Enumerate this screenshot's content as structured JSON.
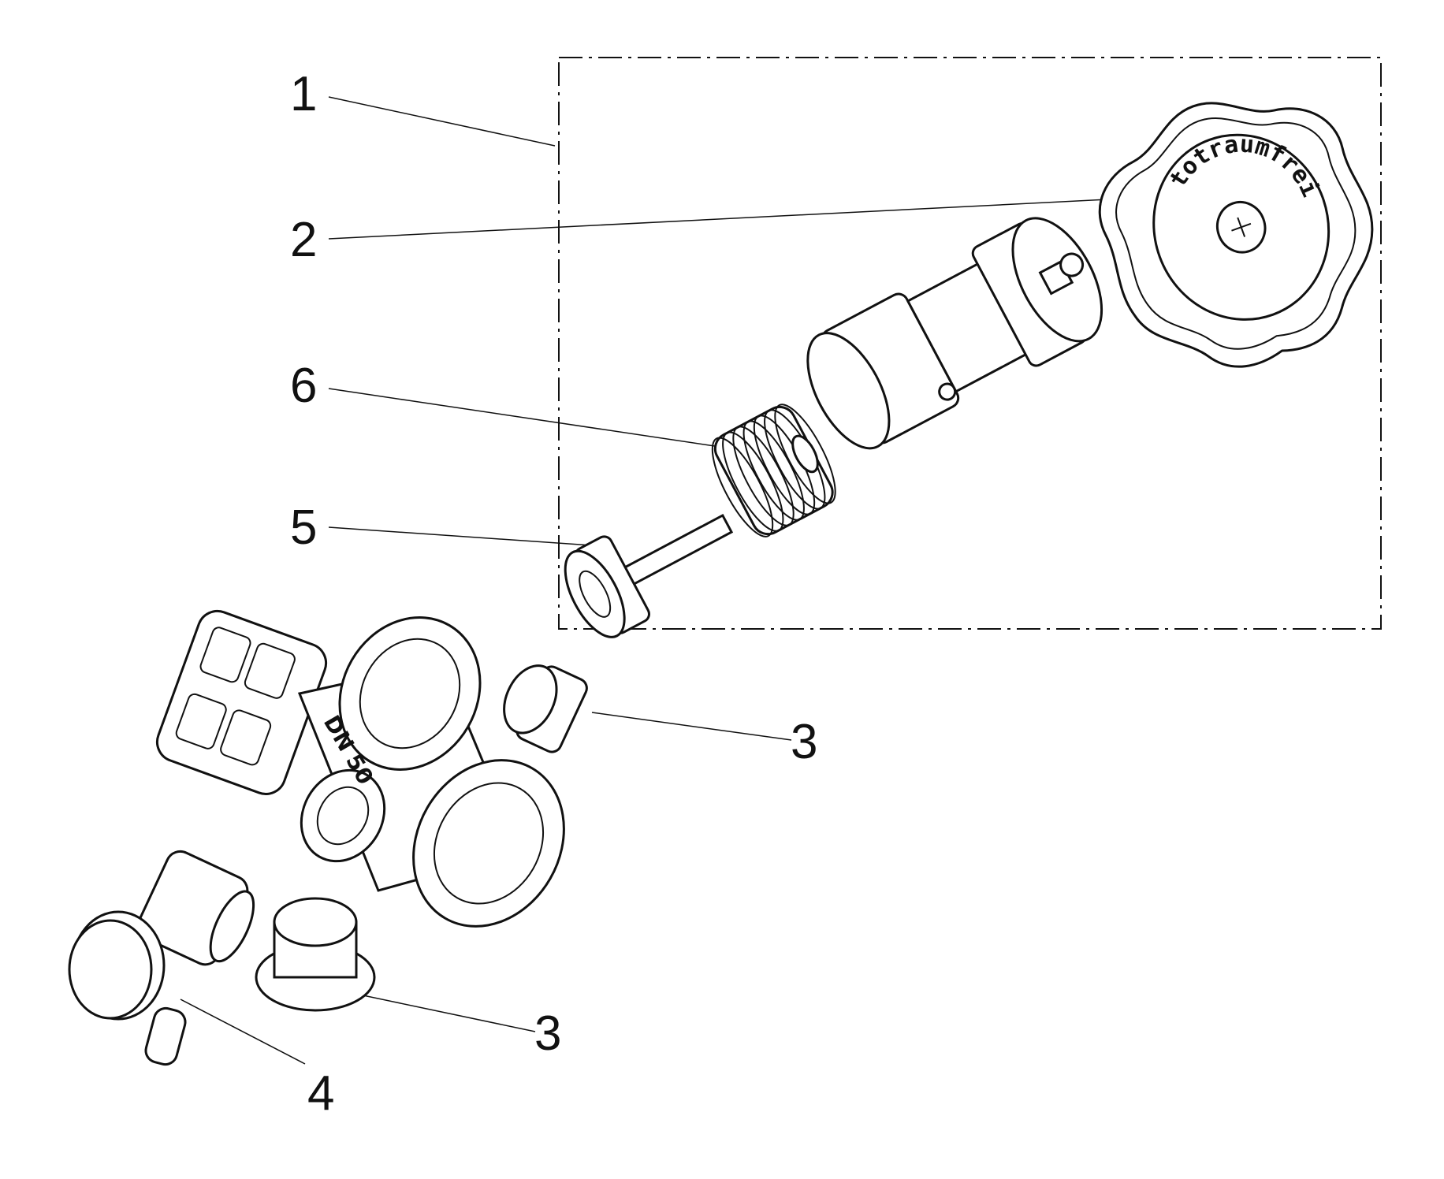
{
  "diagram": {
    "type": "exploded-parts-view",
    "callouts": [
      {
        "id": "c1",
        "text": "1"
      },
      {
        "id": "c2",
        "text": "2"
      },
      {
        "id": "c6",
        "text": "6"
      },
      {
        "id": "c5",
        "text": "5"
      },
      {
        "id": "c3a",
        "text": "3"
      },
      {
        "id": "c3b",
        "text": "3"
      },
      {
        "id": "c4",
        "text": "4"
      }
    ],
    "knob_text": "totraumfrei",
    "body_marking": "DN 50",
    "line_color": "#111111",
    "background": "#ffffff"
  }
}
